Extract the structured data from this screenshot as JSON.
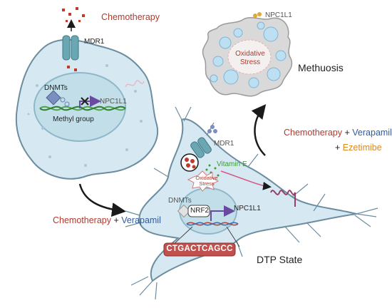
{
  "top_cell": {
    "chemotherapy": "Chemotherapy",
    "mdr1": "MDR1",
    "dnmts": "DNMTs",
    "npc1l1": "NPC1L1",
    "methyl_group": "Methyl group"
  },
  "arrow_label": {
    "chemotherapy": "Chemotherapy",
    "plus": "+",
    "verapamil": "Verapamil"
  },
  "methuosis": {
    "npc1l1": "NPC1L1",
    "oxidative_stress": [
      "Oxidative",
      "Stress"
    ],
    "label": "Methuosis"
  },
  "treatment": {
    "chemotherapy": "Chemotherapy",
    "plus1": "+",
    "verapamil": "Verapamil",
    "plus2": "+",
    "ezetimibe": "Ezetimibe"
  },
  "dtp_cell": {
    "mdr1": "MDR1",
    "vitamin_e": "Vitamin E",
    "oxidative_stress": [
      "Oxidative",
      "Stress"
    ],
    "dnmts": "DNMTs",
    "nrf2": "NRF2",
    "npc1l1": "NPC1L1",
    "sequence": "CTGACTCAGCC",
    "state_label": "DTP State"
  },
  "colors": {
    "chemo_red": "#b03a2e",
    "verapamil_blue": "#2f5b9e",
    "ezetimibe_orange": "#d98a1f",
    "vitamin_green": "#3a9a35",
    "cell_fill": "#d6e9f2",
    "nucleus_fill": "#c2dfe9",
    "sequence_box": "#c0504d"
  }
}
